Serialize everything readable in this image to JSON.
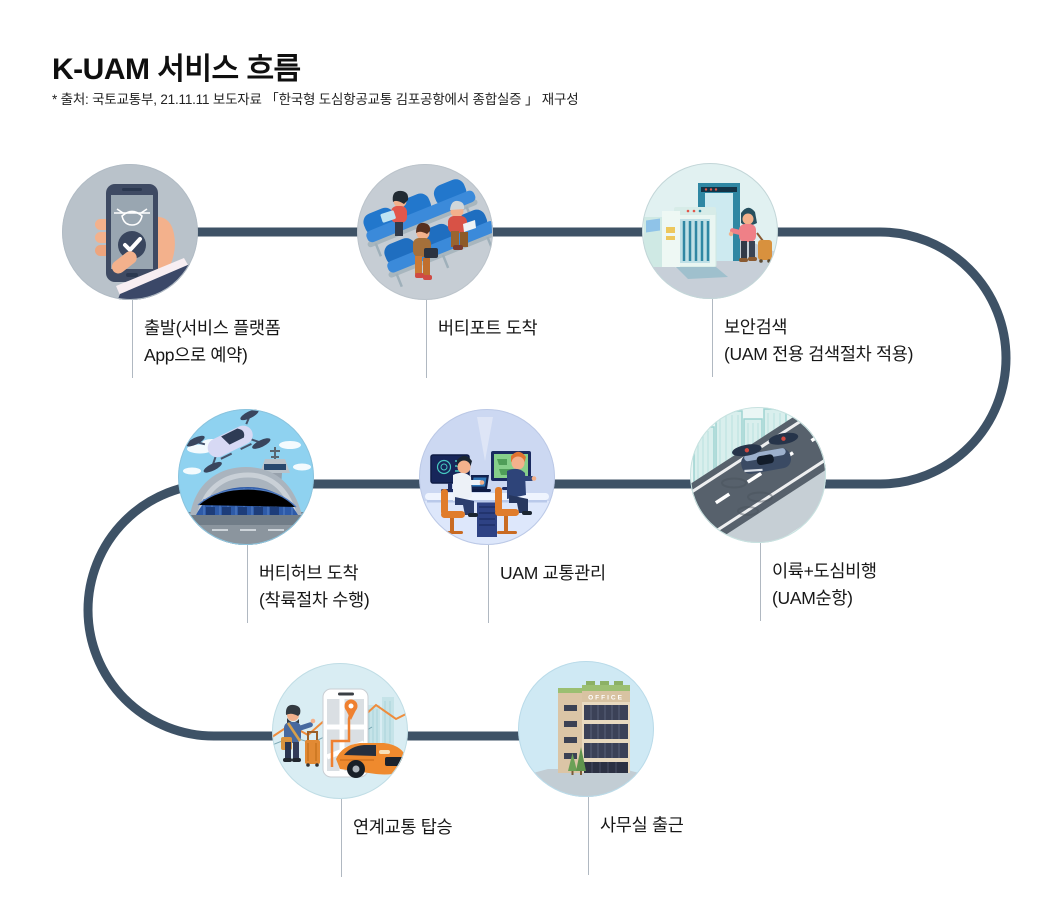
{
  "title": "K-UAM 서비스 흐름",
  "source_note": "* 출처: 국토교통부, 21.11.11 보도자료 「한국형 도심항공교통 김포공항에서 종합실증 」 재구성",
  "steps": [
    {
      "id": 1,
      "label": "출발(서비스 플랫폼\nApp으로 예약)",
      "icon": "phone-booking-check-icon"
    },
    {
      "id": 2,
      "label": "버티포트 도착",
      "icon": "vertiport-waiting-seats-icon"
    },
    {
      "id": 3,
      "label": "보안검색\n(UAM 전용 검색절차 적용)",
      "icon": "security-screening-gate-icon"
    },
    {
      "id": 4,
      "label": "버티허브 도착\n(착륙절차 수행)",
      "icon": "vertihub-landing-icon"
    },
    {
      "id": 5,
      "label": "UAM 교통관리",
      "icon": "traffic-control-room-icon"
    },
    {
      "id": 6,
      "label": "이륙+도심비행\n(UAM순항)",
      "icon": "uam-city-flight-icon"
    },
    {
      "id": 7,
      "label": "연계교통 탑승",
      "icon": "last-mile-taxi-icon"
    },
    {
      "id": 8,
      "label": "사무실 출근",
      "icon": "office-building-icon",
      "building_sign": "OFFICE"
    }
  ],
  "colors": {
    "flow_line": "#3e5266",
    "label_tick": "#b0b8c1",
    "text": "#171717"
  }
}
